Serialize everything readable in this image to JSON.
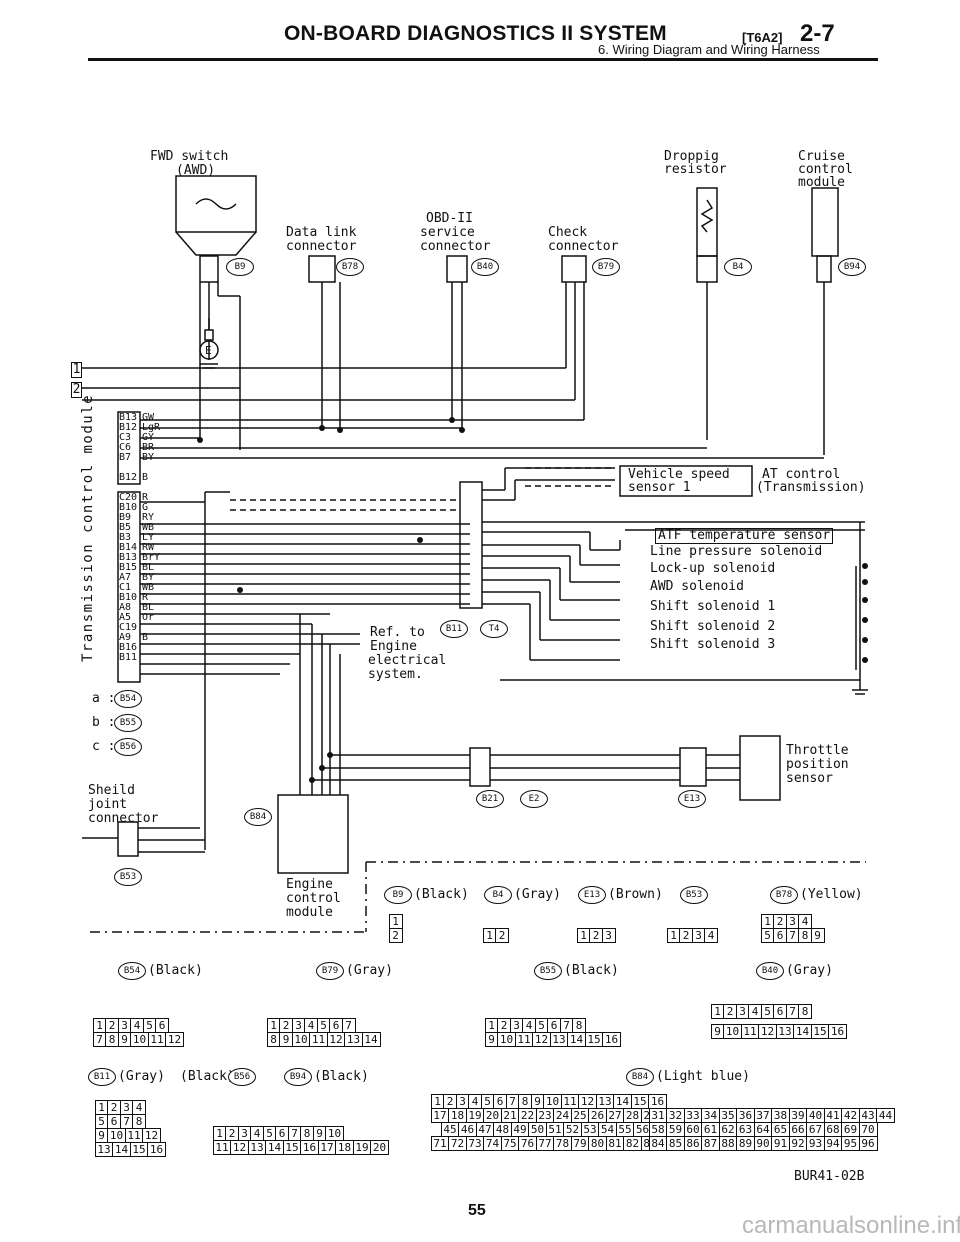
{
  "header": {
    "title": "ON-BOARD DIAGNOSTICS II SYSTEM",
    "code": "[T6A2]",
    "page_ref": "2-7",
    "subtitle": "6. Wiring Diagram and Wiring Harness"
  },
  "components": {
    "fwd_switch": "FWD switch",
    "fwd_switch_sub": "(AWD)",
    "data_link": "Data link",
    "data_link_2": "connector",
    "obd": "OBD-II",
    "obd_2": "service",
    "obd_3": "connector",
    "check": "Check",
    "check_2": "connector",
    "dropping": "Droppig",
    "dropping_2": "resistor",
    "cruise": "Cruise",
    "cruise_2": "control",
    "cruise_3": "module",
    "tcm": "Transmission control module",
    "vehicle_speed": "Vehicle speed",
    "vehicle_speed_2": "sensor 1",
    "at_control": "AT control",
    "at_control_2": "(Transmission)",
    "atf": "ATF temperature sensor",
    "line_pressure": "Line pressure solenoid",
    "lockup": "Lock-up solenoid",
    "awd": "AWD solenoid",
    "shift1": "Shift solenoid 1",
    "shift2": "Shift solenoid 2",
    "shift3": "Shift solenoid 3",
    "ref": "Ref. to",
    "ref_2": "Engine",
    "ref_3": "electrical",
    "ref_4": "system.",
    "throttle": "Throttle",
    "throttle_2": "position",
    "throttle_3": "sensor",
    "shield": "Sheild",
    "shield_2": "joint",
    "shield_3": "connector",
    "ecm": "Engine",
    "ecm_2": "control",
    "ecm_3": "module"
  },
  "connectors": {
    "b9": "B9",
    "b78": "B78",
    "b40": "B40",
    "b79": "B79",
    "b4": "B4",
    "b94": "B94",
    "b11": "B11",
    "t4": "T4",
    "b21": "B21",
    "e2": "E2",
    "e13": "E13",
    "b84": "B84",
    "b53": "B53",
    "b54": "B54",
    "b55": "B55",
    "b56": "B56",
    "e": "E"
  },
  "legend": {
    "a": "a :",
    "b": "b :",
    "c": "c :",
    "b9_c": "(Black)",
    "b4_c": "(Gray)",
    "e13_c": "(Brown)",
    "b78_c": "(Yellow)",
    "b54_c": "(Black)",
    "b79_c": "(Gray)",
    "b55_c": "(Black)",
    "b40_c": "(Gray)",
    "b11_c": "(Gray)",
    "b56_c": "(Black)",
    "b94_c": "(Black)",
    "b84_c": "(Light blue)"
  },
  "ground_terms": {
    "t1": "1",
    "t2": "2"
  },
  "tcm_pins": [
    "B13",
    "B12",
    "C3",
    "C6",
    "B7",
    "",
    "B12",
    "",
    "C20",
    "B10",
    "B9",
    "B5",
    "B3",
    "B14",
    "B13",
    "B15",
    "A7",
    "C1",
    "B10",
    "A8",
    "A5",
    "C19",
    "A9",
    "B16",
    "B11"
  ],
  "tcm_colors": [
    "GW",
    "LgR",
    "GY",
    "BR",
    "BY",
    "",
    "B",
    "",
    "R",
    "G",
    "RY",
    "WB",
    "LY",
    "RW",
    "BrY",
    "BL",
    "BY",
    "WB",
    "R",
    "BL",
    "Or",
    "",
    "B",
    "",
    ""
  ],
  "ref_codes": "BUR41-02B",
  "page_number": "55",
  "watermark": "carmanualsonline.info"
}
